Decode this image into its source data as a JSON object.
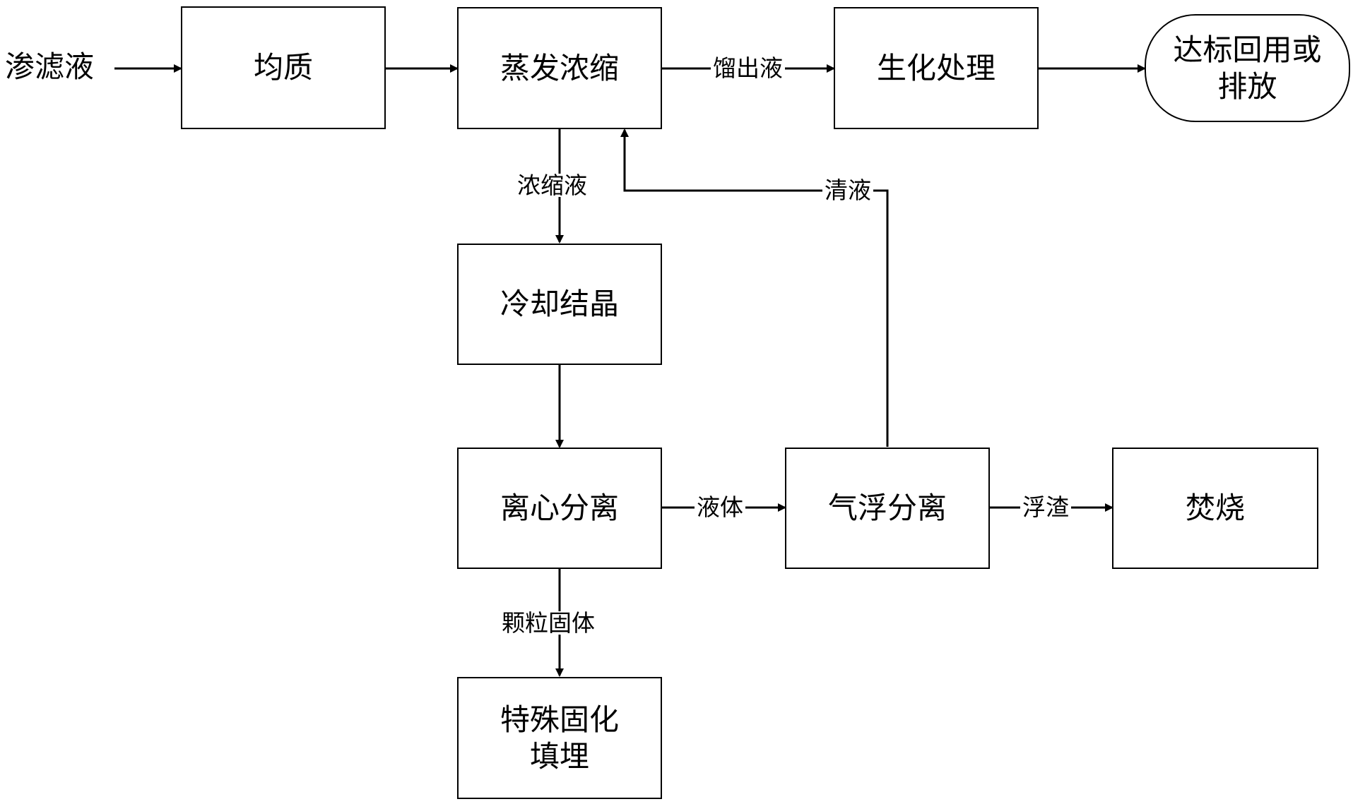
{
  "nodes": {
    "source": "渗滤液",
    "homogenize": "均质",
    "evaporate": "蒸发浓缩",
    "biochem": "生化处理",
    "discharge_line1": "达标回用或",
    "discharge_line2": "排放",
    "cooling": "冷却结晶",
    "centrifuge": "离心分离",
    "flotation": "气浮分离",
    "incineration": "焚烧",
    "landfill_line1": "特殊固化",
    "landfill_line2": "填埋"
  },
  "edges": {
    "distillate": "馏出液",
    "concentrate": "浓缩液",
    "clear_liquid": "清液",
    "liquid": "液体",
    "scum": "浮渣",
    "granular_solid": "颗粒固体"
  }
}
